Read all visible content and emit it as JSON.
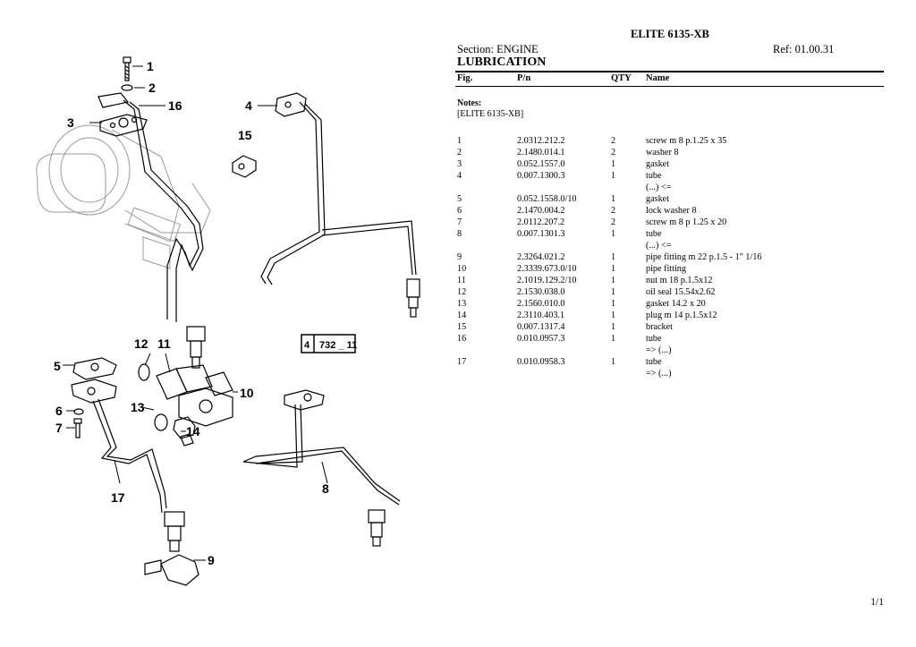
{
  "header": {
    "title": "ELITE 6135-XB",
    "section": "Section: ENGINE",
    "ref": "Ref: 01.00.31",
    "subtitle": "LUBRICATION"
  },
  "table": {
    "columns": [
      "Fig.",
      "P/n",
      "QTY",
      "Name"
    ]
  },
  "notes": {
    "title": "Notes:",
    "text": "[ELITE 6135-XB]"
  },
  "parts": [
    {
      "fig": "1",
      "pn": "2.0312.212.2",
      "qty": "2",
      "name": "screw m 8 p.1.25 x 35"
    },
    {
      "fig": "2",
      "pn": "2.1480.014.1",
      "qty": "2",
      "name": "washer 8"
    },
    {
      "fig": "3",
      "pn": "0.052.1557.0",
      "qty": "1",
      "name": "gasket"
    },
    {
      "fig": "4",
      "pn": "0.007.1300.3",
      "qty": "1",
      "name": "tube"
    },
    {
      "fig": "",
      "pn": "",
      "qty": "",
      "name": "(...) <="
    },
    {
      "fig": "5",
      "pn": "0.052.1558.0/10",
      "qty": "1",
      "name": "gasket"
    },
    {
      "fig": "6",
      "pn": "2.1470.004.2",
      "qty": "2",
      "name": "lock washer 8"
    },
    {
      "fig": "7",
      "pn": "2.0112.207.2",
      "qty": "2",
      "name": "screw m 8 p 1.25 x 20"
    },
    {
      "fig": "8",
      "pn": "0.007.1301.3",
      "qty": "1",
      "name": "tube"
    },
    {
      "fig": "",
      "pn": "",
      "qty": "",
      "name": "(...) <="
    },
    {
      "fig": "9",
      "pn": "2.3264.021.2",
      "qty": "1",
      "name": "pipe fitting m 22 p.1.5 - 1\" 1/16"
    },
    {
      "fig": "10",
      "pn": "2.3339.673.0/10",
      "qty": "1",
      "name": "pipe fitting"
    },
    {
      "fig": "11",
      "pn": "2.1019.129.2/10",
      "qty": "1",
      "name": "nut m 18 p.1.5x12"
    },
    {
      "fig": "12",
      "pn": "2.1530.038.0",
      "qty": "1",
      "name": "oil seal 15.54x2.62"
    },
    {
      "fig": "13",
      "pn": "2.1560.010.0",
      "qty": "1",
      "name": "gasket 14.2 x 20"
    },
    {
      "fig": "14",
      "pn": "2.3110.403.1",
      "qty": "1",
      "name": "plug m 14 p.1.5x12"
    },
    {
      "fig": "15",
      "pn": "0.007.1317.4",
      "qty": "1",
      "name": "bracket"
    },
    {
      "fig": "16",
      "pn": "0.010.0957.3",
      "qty": "1",
      "name": "tube"
    },
    {
      "fig": "",
      "pn": "",
      "qty": "",
      "name": "=> (...)"
    },
    {
      "fig": "17",
      "pn": "0.010.0958.3",
      "qty": "1",
      "name": "tube"
    },
    {
      "fig": "",
      "pn": "",
      "qty": "",
      "name": "=> (...)"
    }
  ],
  "diagram": {
    "labels": [
      "1",
      "2",
      "16",
      "3",
      "4",
      "15",
      "12",
      "11",
      "5",
      "10",
      "6",
      "7",
      "13",
      "14",
      "17",
      "8",
      "9"
    ],
    "figure_code": [
      "4",
      "732 _ 11"
    ]
  },
  "footer": {
    "page": "1/1"
  }
}
